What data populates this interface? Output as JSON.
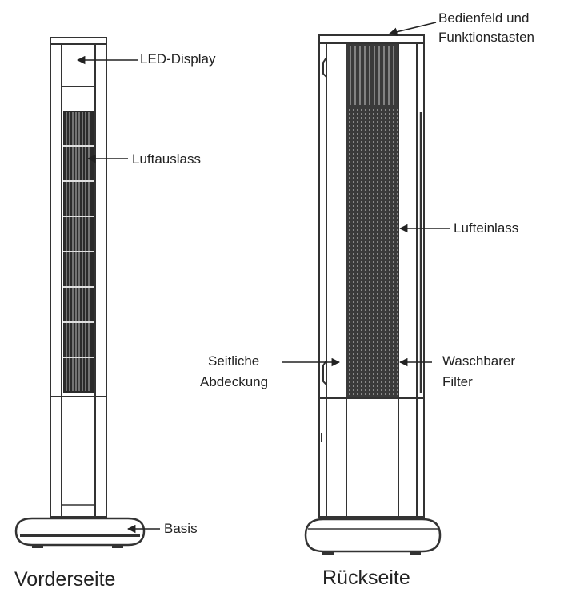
{
  "front": {
    "caption": "Vorderseite",
    "labels": {
      "display": "LED-Display",
      "outlet": "Luftauslass",
      "base": "Basis"
    }
  },
  "back": {
    "caption": "Rückseite",
    "labels": {
      "controls_line1": "Bedienfeld und",
      "controls_line2": "Funktionstasten",
      "inlet": "Lufteinlass",
      "cover_line1": "Seitliche",
      "cover_line2": "Abdeckung",
      "filter_line1": "Waschbarer",
      "filter_line2": "Filter"
    }
  }
}
